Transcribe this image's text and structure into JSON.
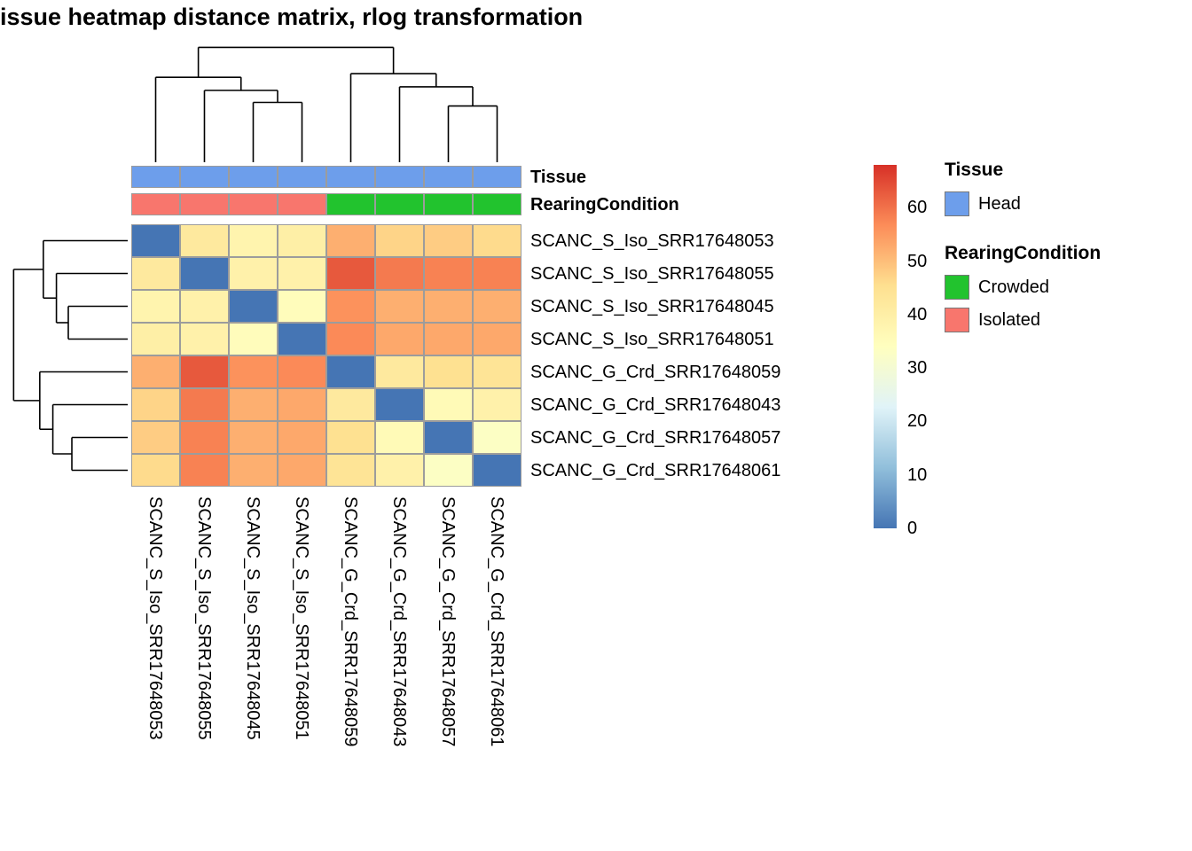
{
  "title": "issue heatmap distance matrix, rlog transformation",
  "annotation_rows": {
    "tissue": "Tissue",
    "rearing": "RearingCondition"
  },
  "legend": {
    "groups": [
      {
        "title": "Tissue",
        "items": [
          {
            "label": "Head",
            "color": "#6D9EEB"
          }
        ]
      },
      {
        "title": "RearingCondition",
        "items": [
          {
            "label": "Crowded",
            "color": "#22C32E"
          },
          {
            "label": "Isolated",
            "color": "#F8766D"
          }
        ]
      }
    ]
  },
  "chart_data": {
    "type": "heatmap",
    "title": "issue heatmap distance matrix, rlog transformation",
    "labels": [
      "SCANC_S_Iso_SRR17648053",
      "SCANC_S_Iso_SRR17648055",
      "SCANC_S_Iso_SRR17648045",
      "SCANC_S_Iso_SRR17648051",
      "SCANC_G_Crd_SRR17648059",
      "SCANC_G_Crd_SRR17648043",
      "SCANC_G_Crd_SRR17648057",
      "SCANC_G_Crd_SRR17648061"
    ],
    "values": [
      [
        0,
        42,
        38,
        40,
        52,
        47,
        48,
        46
      ],
      [
        42,
        0,
        39,
        39,
        63,
        59,
        58,
        58
      ],
      [
        38,
        39,
        0,
        35,
        56,
        52,
        52,
        52
      ],
      [
        40,
        39,
        35,
        0,
        57,
        53,
        53,
        53
      ],
      [
        52,
        63,
        56,
        57,
        0,
        42,
        45,
        44
      ],
      [
        47,
        59,
        52,
        53,
        42,
        0,
        36,
        39
      ],
      [
        48,
        58,
        52,
        53,
        45,
        36,
        0,
        33
      ],
      [
        46,
        58,
        52,
        53,
        44,
        39,
        33,
        0
      ]
    ],
    "scale": {
      "min": 0,
      "max": 68,
      "stops": [
        "#4575B4",
        "#91BFDB",
        "#E0F3F8",
        "#FFFFBF",
        "#FEE090",
        "#FC8D59",
        "#D73027"
      ],
      "legend_ticks": [
        60,
        50,
        40,
        30,
        20,
        10,
        0
      ]
    },
    "col_annotations": {
      "Tissue": [
        "Head",
        "Head",
        "Head",
        "Head",
        "Head",
        "Head",
        "Head",
        "Head"
      ],
      "RearingCondition": [
        "Isolated",
        "Isolated",
        "Isolated",
        "Isolated",
        "Crowded",
        "Crowded",
        "Crowded",
        "Crowded"
      ]
    },
    "annotation_colors": {
      "Head": "#6D9EEB",
      "Crowded": "#22C32E",
      "Isolated": "#F8766D"
    },
    "col_dendrogram": {
      "h": 0.96,
      "children": [
        {
          "h": 0.71,
          "children": [
            {
              "leaf": 0
            },
            {
              "h": 0.6,
              "children": [
                {
                  "leaf": 1
                },
                {
                  "h": 0.5,
                  "children": [
                    {
                      "leaf": 2
                    },
                    {
                      "leaf": 3
                    }
                  ]
                }
              ]
            }
          ]
        },
        {
          "h": 0.74,
          "children": [
            {
              "leaf": 4
            },
            {
              "h": 0.63,
              "children": [
                {
                  "leaf": 5
                },
                {
                  "h": 0.47,
                  "children": [
                    {
                      "leaf": 6
                    },
                    {
                      "leaf": 7
                    }
                  ]
                }
              ]
            }
          ]
        }
      ]
    },
    "row_dendrogram": {
      "h": 0.96,
      "children": [
        {
          "h": 0.71,
          "children": [
            {
              "leaf": 0
            },
            {
              "h": 0.6,
              "children": [
                {
                  "leaf": 1
                },
                {
                  "h": 0.5,
                  "children": [
                    {
                      "leaf": 2
                    },
                    {
                      "leaf": 3
                    }
                  ]
                }
              ]
            }
          ]
        },
        {
          "h": 0.74,
          "children": [
            {
              "leaf": 4
            },
            {
              "h": 0.63,
              "children": [
                {
                  "leaf": 5
                },
                {
                  "h": 0.47,
                  "children": [
                    {
                      "leaf": 6
                    },
                    {
                      "leaf": 7
                    }
                  ]
                }
              ]
            }
          ]
        }
      ]
    }
  }
}
